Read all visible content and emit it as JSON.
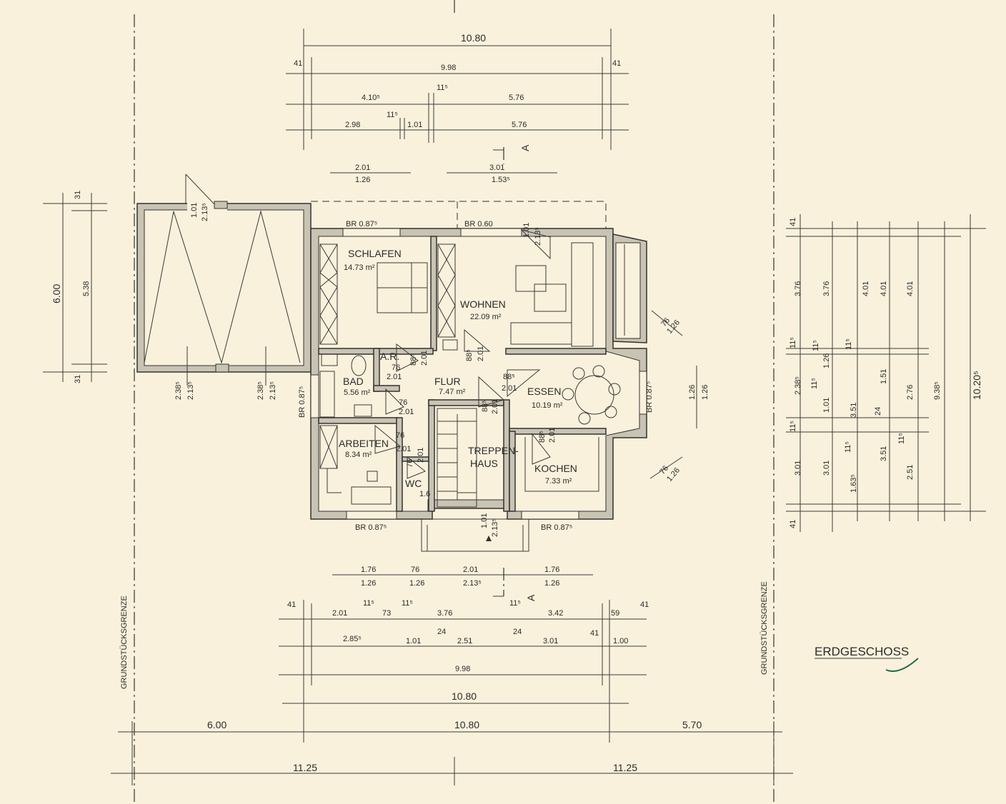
{
  "drawing": {
    "title": "ERDGESCHOSS",
    "boundary_label": "GRUNDSTÜCKSGRENZE",
    "section_marker": "A"
  },
  "rooms": {
    "schlafen": {
      "name": "SCHLAFEN",
      "area": "14.73 m²"
    },
    "wohnen": {
      "name": "WOHNEN",
      "area": "22.09 m²"
    },
    "bad": {
      "name": "BAD",
      "area": "5.56 m²"
    },
    "ar": {
      "name": "A.R."
    },
    "flur": {
      "name": "FLUR",
      "area": "7.47 m²"
    },
    "essen": {
      "name": "ESSEN",
      "area": "10.19 m²"
    },
    "arbeiten": {
      "name": "ARBEITEN",
      "area": "8.34 m²"
    },
    "wc": {
      "name": "WC"
    },
    "treppenhaus": {
      "name1": "TREPPEN-",
      "name2": "HAUS"
    },
    "kochen": {
      "name": "KOCHEN",
      "area": "7.33 m²"
    }
  },
  "windows": {
    "br_schlafen": "BR 0.87⁵",
    "br_wohnen": "BR 0.60",
    "br_bad": "BR 0.87⁵",
    "br_essen": "BR 0.87⁵",
    "br_arbeiten": "BR 0.87⁵",
    "br_kochen": "BR 0.87⁵"
  },
  "dims_top": {
    "overall": "10.80",
    "end_left": "41",
    "end_right": "41",
    "inner": "9.98",
    "seg_a1": "4.10⁵",
    "seg_a2": "11⁵",
    "seg_a3": "5.76",
    "seg_b1": "2.98",
    "seg_b2": "11⁵",
    "seg_b3": "1.01",
    "seg_b4": "5.76",
    "open1_top": "2.01",
    "open1_bot": "1.26",
    "open2_top": "3.01",
    "open2_bot": "1.53⁵"
  },
  "dims_bottom": {
    "op1_top": "1.76",
    "op1_bot": "1.26",
    "op2_top": "76",
    "op2_bot": "1.26",
    "op3_top": "2.01",
    "op3_bot": "2.13⁵",
    "op4_top": "1.76",
    "op4_bot": "1.26",
    "r1_a": "41",
    "r1_b": "2.01",
    "r1_c": "11⁵",
    "r1_d": "73",
    "r1_e": "11⁵",
    "r1_f": "3.76",
    "r1_g": "11⁵",
    "r1_h": "3.42",
    "r1_i": "59",
    "r1_j": "41",
    "r2_a": "2.85⁵",
    "r2_b": "1.01",
    "r2_c": "24",
    "r2_d": "2.51",
    "r2_e": "24",
    "r2_f": "3.01",
    "r2_g": "41",
    "r2_h": "1.00",
    "r3": "9.98",
    "r4": "10.80",
    "site_left": "6.00",
    "site_mid": "10.80",
    "site_right": "5.70",
    "half_left": "11.25",
    "half_right": "11.25"
  },
  "dims_left": {
    "garage_outer": "6.00",
    "garage_inner": "5.38",
    "top_wall": "31",
    "bottom_wall": "31",
    "door_top": "1.01",
    "door_bot": "2.13⁵",
    "gar_open1_top": "2.38⁵",
    "gar_open1_bot": "2.13⁵",
    "gar_open2_top": "2.38⁵",
    "gar_open2_bot": "2.13⁵"
  },
  "dims_right": {
    "outer": "10.20⁵",
    "c1_top": "41",
    "c1_a": "3.76",
    "c1_b": "11⁵",
    "c1_c": "2.38⁵",
    "c1_d": "11⁵",
    "c1_e": "3.01",
    "c1_f": "41",
    "c2_a": "3.76",
    "c2_b": "11⁵",
    "c2_c": "1.26",
    "c2_d": "1.01",
    "c2_e": "11⁵",
    "c2_f": "3.01",
    "c3_a": "4.01",
    "c3_b": "11⁵",
    "c3_c": "3.51",
    "c3_d": "11⁵",
    "c3_e": "1.63⁵",
    "c4_a": "4.01",
    "c4_b": "1.51",
    "c4_c": "24",
    "c4_d": "3.51",
    "c5_a": "4.01",
    "c5_b": "2.76",
    "c5_c": "11⁵",
    "c5_d": "2.51",
    "c6": "9.38⁵",
    "essen_win_top": "1.26",
    "essen_win_bot": "1.26",
    "bay_top": "76",
    "bay_bot": "1.26",
    "bay2_top": "76",
    "bay2_bot": "1.26"
  },
  "doors": {
    "ar_w": "76",
    "ar_h": "2.01",
    "ar2_w": "88⁵",
    "ar2_h": "2.01",
    "bad_w": "76",
    "bad_h": "2.01",
    "arb_w": "76",
    "arb_h": "2.01",
    "wc_w": "2.01",
    "wc_area": "1.6",
    "wc_w2": "76",
    "wohnen_w": "88⁵",
    "wohnen_h": "2.01",
    "essen_w": "88⁵",
    "essen_h": "2.01",
    "th_w": "88⁵",
    "th_h": "2.01",
    "koch_w": "88⁵",
    "koch_h": "2.01",
    "entry_w": "1.01",
    "entry_h": "2.13⁵",
    "wohn_win_w": "1.01",
    "wohn_win_h": "2.13⁵"
  }
}
